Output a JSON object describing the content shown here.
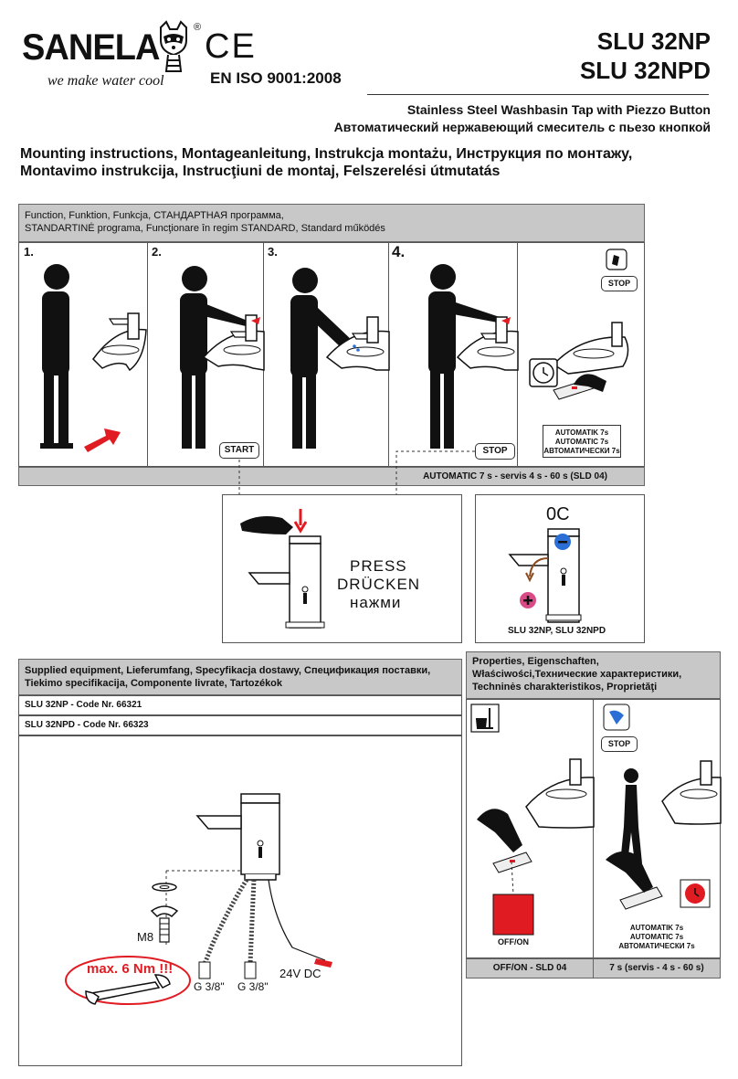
{
  "brand": {
    "name": "SANELA",
    "tagline": "we make water cool",
    "registered": "®"
  },
  "certification": {
    "ce": "CE",
    "iso": "EN ISO 9001:2008"
  },
  "models": {
    "line1": "SLU 32NP",
    "line2": "SLU 32NPD"
  },
  "subtitle": {
    "en": "Stainless Steel Washbasin Tap with Piezzo Button",
    "ru": "Автоматический нержавеющий смеситель с пьезо кнопкой"
  },
  "mounting": {
    "line1": "Mounting instructions, Montageanleitung, Instrukcja montażu, Инструкция по монтажу,",
    "line2": "Montavimo instrukcija, Instrucţiuni de montaj, Felszerelési útmutatás"
  },
  "function": {
    "line1": "Function, Funktion, Funkcja, СТАНДАРТНАЯ программа,",
    "line2": "STANDARTINĖ programa, Funcţionare în regim STANDARD, Standard működés",
    "steps": [
      "1.",
      "2.",
      "3.",
      "4."
    ],
    "start_label": "START",
    "stop_label": "STOP",
    "stop_label2": "STOP",
    "auto_lines": [
      "AUTOMATIK 7s",
      "AUTOMATIC 7s",
      "АВТОМАТИЧЕСКИ 7s"
    ],
    "footer": "AUTOMATIC 7 s - servis 4 s - 60 s (SLD 04)"
  },
  "press": {
    "lines": [
      "PRESS",
      "DRÜCKEN",
      "нажми"
    ]
  },
  "temperature": {
    "unit": "0C",
    "minus": "−",
    "plus": "+",
    "caption": "SLU 32NP, SLU 32NPD"
  },
  "supplied": {
    "line1": "Supplied equipment, Lieferumfang, Specyfikacja dostawy, Спецификация поставки,",
    "line2": "Tiekimo specifikacija, Componente livrate, Tartozékok",
    "codes": [
      "SLU 32NP - Code Nr. 66321",
      "SLU 32NPD - Code Nr. 66323"
    ],
    "m8": "M8",
    "torque": "max. 6 Nm !!!",
    "g1": "G 3/8\"",
    "g2": "G 3/8\"",
    "voltage": "24V DC"
  },
  "properties": {
    "line1": "Properties, Eigenschaften,",
    "line2": "Właściwości,Технические характеристики,",
    "line3": "Techninės charakteristikos, Proprietăţi",
    "stop_label": "STOP",
    "offon_label": "OFF/ON",
    "auto_lines": [
      "AUTOMATIK 7s",
      "AUTOMATIC 7s",
      "АВТОМАТИЧЕСКИ 7s"
    ],
    "footer_left": "OFF/ON - SLD 04",
    "footer_right": "7 s (servis - 4 s - 60 s)"
  },
  "colors": {
    "accent": "#e11b22",
    "blue": "#2b6fd6",
    "pink": "#d94b86",
    "bar": "#c8c8c8"
  }
}
